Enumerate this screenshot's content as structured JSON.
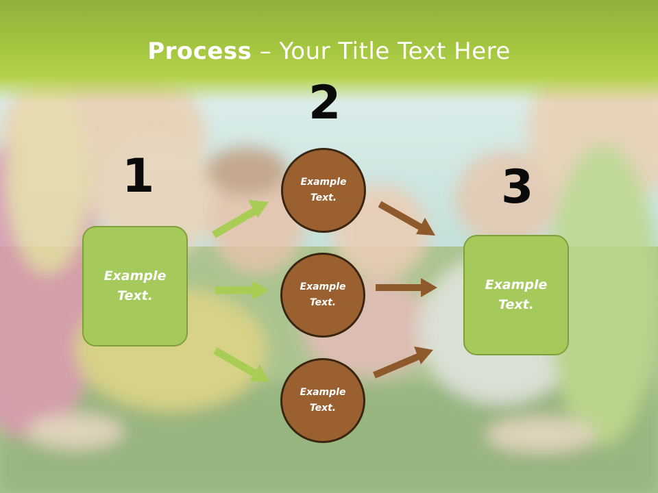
{
  "title": {
    "bold": "Process",
    "rest": " – Your Title Text Here"
  },
  "steps": [
    {
      "number": "1",
      "text": "Example\nText."
    },
    {
      "number": "2",
      "text": "Example\nText."
    },
    {
      "number": "3",
      "text": "Example\nText."
    }
  ],
  "circles": [
    {
      "text": "Example\nText."
    },
    {
      "text": "Example\nText."
    },
    {
      "text": "Example\nText."
    }
  ],
  "colors": {
    "title_bar": "#a3c53f",
    "green_box": "#a6c95c",
    "green_arrow": "#a9cc55",
    "brown_circle": "#9a6030",
    "brown_arrow": "#8e5a2c"
  }
}
